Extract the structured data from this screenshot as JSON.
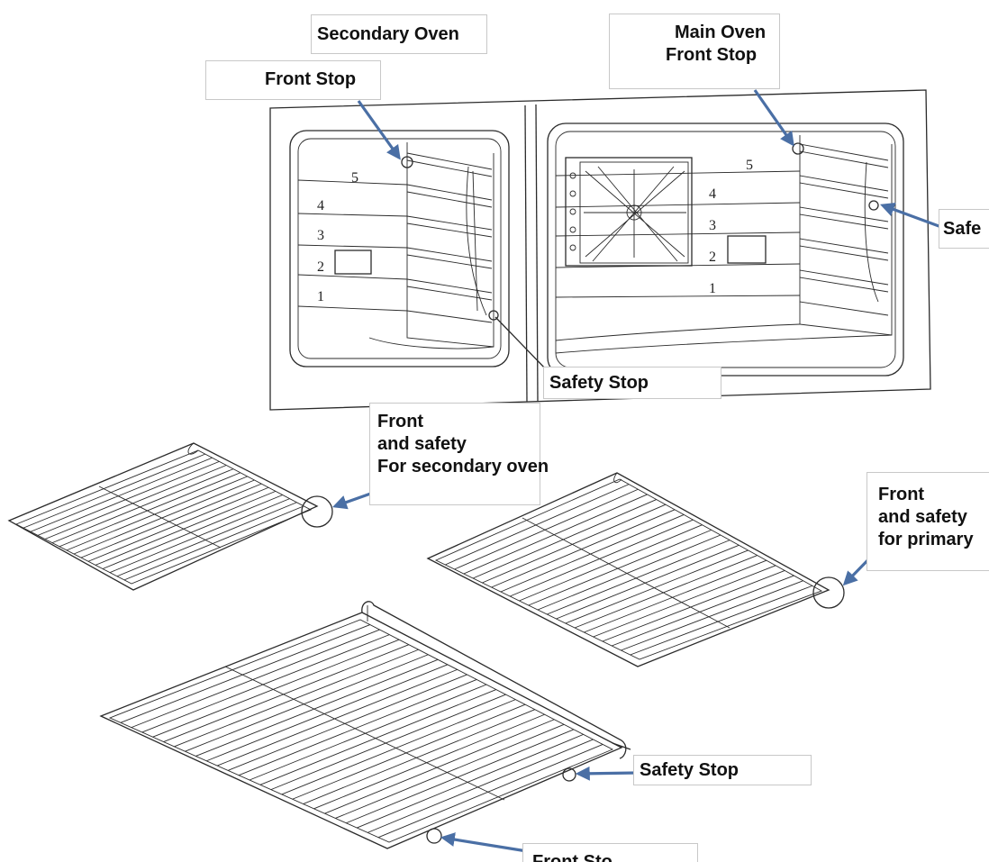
{
  "callouts": {
    "secondary_oven": "Secondary Oven",
    "front_stop_secondary": "Front Stop",
    "main_oven_line1": "Main Oven",
    "main_oven_line2": "Front Stop",
    "safety_right_partial": "Safe",
    "safety_stop_middle": "Safety Stop",
    "front_safety_secondary_line1": "Front",
    "front_safety_secondary_line2": "and safety",
    "front_safety_secondary_line3": "For secondary oven",
    "front_safety_primary_line1": "Front",
    "front_safety_primary_line2": "and safety",
    "front_safety_primary_line3": "for primary",
    "safety_stop_bottom": "Safety Stop",
    "front_stop_bottom_partial": "Front Sto"
  },
  "shelf_levels": {
    "secondary": [
      "5",
      "4",
      "3",
      "2",
      "1"
    ],
    "main": [
      "5",
      "4",
      "3",
      "2",
      "1"
    ]
  },
  "colors": {
    "arrow": "#4a6fa5",
    "line": "#2b2b2b",
    "callout_border": "#c8c8c8"
  }
}
